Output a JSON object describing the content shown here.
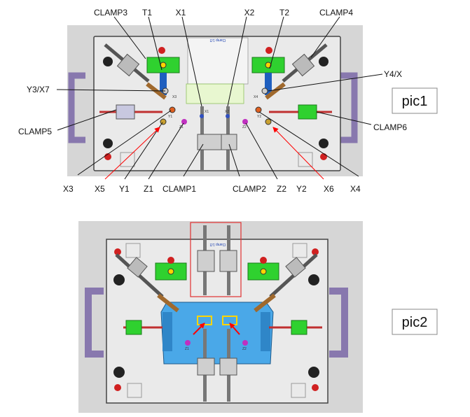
{
  "pic1": {
    "tag": "pic1",
    "plate_label": "Clamp 1/2",
    "callouts": {
      "clamp3": "CLAMP3",
      "t1": "T1",
      "x1": "X1",
      "x2": "X2",
      "t2": "T2",
      "clamp4": "CLAMP4",
      "y3x7": "Y3/X7",
      "y4x": "Y4/X",
      "clamp5": "CLAMP5",
      "clamp6": "CLAMP6",
      "x3": "X3",
      "x5": "X5",
      "y1": "Y1",
      "z1": "Z1",
      "clamp1": "CLAMP1",
      "clamp2": "CLAMP2",
      "z2": "Z2",
      "y2": "Y2",
      "x6": "X6",
      "x4": "X4"
    },
    "pin_tags": {
      "x1": "X1",
      "x2": "X2",
      "z1": "Z1",
      "z2": "Z2",
      "y1": "Y1",
      "y2": "Y2",
      "x3": "X3",
      "x4": "X4"
    }
  },
  "pic2": {
    "tag": "pic2",
    "plate_label": "Clamp 1/2",
    "pin_tags": {
      "z1": "Z1",
      "z2": "Z2"
    }
  },
  "colors": {
    "plate": "#e6e6e6",
    "plate_border": "#444444",
    "purple_handle": "#8878ae",
    "green_block": "#2fd12f",
    "blue_part": "#4aa8e8",
    "red_highlight": "#e03030",
    "arrow_red": "#ff0000"
  }
}
